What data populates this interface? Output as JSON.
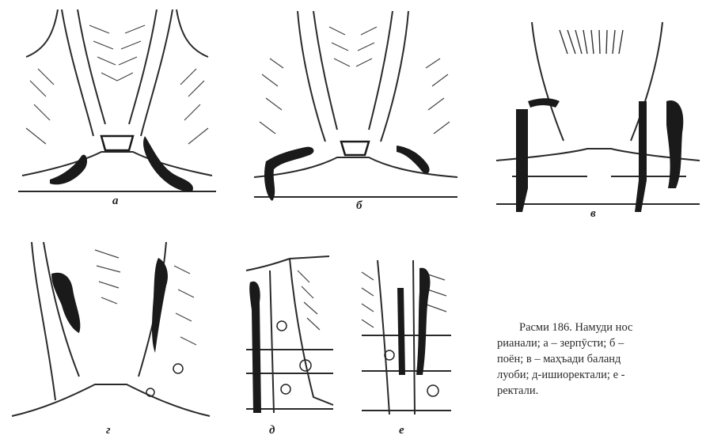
{
  "figure": {
    "panels": [
      {
        "label": "а"
      },
      {
        "label": "б"
      },
      {
        "label": "в"
      },
      {
        "label": "г"
      },
      {
        "label": "д"
      },
      {
        "label": "е"
      }
    ],
    "caption_lines": [
      "Расми 186. Намуди нос",
      "рианали; а – зерпӯсти; б –",
      "поён; в – маҳъади баланд",
      "луоби; д-ишиоректали; е -",
      "ректали."
    ]
  }
}
